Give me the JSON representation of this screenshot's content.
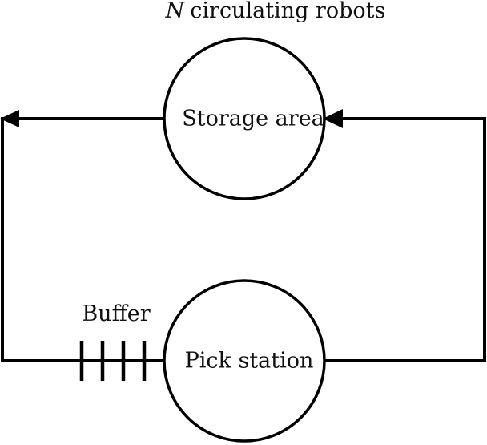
{
  "diagram": {
    "title_variable": "N",
    "title_text": "circulating robots",
    "nodes": {
      "storage": {
        "label": "Storage area"
      },
      "pick": {
        "label": "Pick station"
      }
    },
    "buffer": {
      "label": "Buffer",
      "slots": 4
    },
    "edges": [
      {
        "from": "storage",
        "to": "pick",
        "side": "left",
        "arrow_at": "left-top-corner"
      },
      {
        "from": "pick",
        "to": "storage",
        "side": "right",
        "arrow_at": "storage"
      }
    ]
  }
}
